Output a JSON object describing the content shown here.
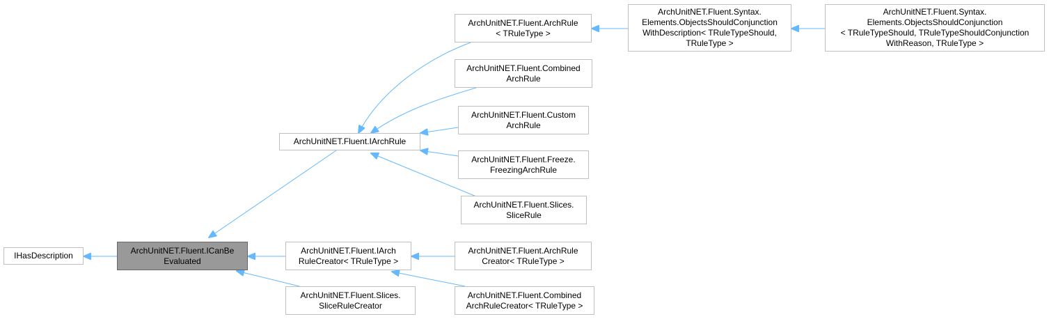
{
  "diagram": {
    "edge_color": "#63b8ff",
    "node_border_color": "#bfbfbf",
    "current_node_color": "#999999",
    "nodes": {
      "ihasdescription": "IHasDescription",
      "icanbeevaluated": "ArchUnitNET.Fluent.ICanBe\nEvaluated",
      "iarchrule": "ArchUnitNET.Fluent.IArchRule",
      "iarchrulecreator": "ArchUnitNET.Fluent.IArch\nRuleCreator< TRuleType >",
      "slicerulecreator": "ArchUnitNET.Fluent.Slices.\nSliceRuleCreator",
      "archrule": "ArchUnitNET.Fluent.ArchRule\n< TRuleType >",
      "combinedarchrule": "ArchUnitNET.Fluent.Combined\nArchRule",
      "customarchrule": "ArchUnitNET.Fluent.Custom\nArchRule",
      "freezingarchrule": "ArchUnitNET.Fluent.Freeze.\nFreezingArchRule",
      "slicerule": "ArchUnitNET.Fluent.Slices.\nSliceRule",
      "archrulecreator": "ArchUnitNET.Fluent.ArchRule\nCreator< TRuleType >",
      "combinedarchrulecreator": "ArchUnitNET.Fluent.Combined\nArchRuleCreator< TRuleType >",
      "objectsshouldconjunctionwithdescription": "ArchUnitNET.Fluent.Syntax.\nElements.ObjectsShouldConjunction\nWithDescription< TRuleTypeShould,\n TRuleType >",
      "objectsshouldconjunctionwithreason": "ArchUnitNET.Fluent.Syntax.\nElements.ObjectsShouldConjunction\n< TRuleTypeShould, TRuleTypeShouldConjunction\nWithReason, TRuleType >"
    },
    "edges": [
      {
        "from": "icanbeevaluated",
        "to": "ihasdescription"
      },
      {
        "from": "iarchrule",
        "to": "icanbeevaluated"
      },
      {
        "from": "iarchrulecreator",
        "to": "icanbeevaluated"
      },
      {
        "from": "slicerulecreator",
        "to": "icanbeevaluated"
      },
      {
        "from": "archrule",
        "to": "iarchrule"
      },
      {
        "from": "combinedarchrule",
        "to": "iarchrule"
      },
      {
        "from": "customarchrule",
        "to": "iarchrule"
      },
      {
        "from": "freezingarchrule",
        "to": "iarchrule"
      },
      {
        "from": "slicerule",
        "to": "iarchrule"
      },
      {
        "from": "archrulecreator",
        "to": "iarchrulecreator"
      },
      {
        "from": "combinedarchrulecreator",
        "to": "iarchrulecreator"
      },
      {
        "from": "objectsshouldconjunctionwithdescription",
        "to": "archrule"
      },
      {
        "from": "objectsshouldconjunctionwithreason",
        "to": "objectsshouldconjunctionwithdescription"
      }
    ]
  }
}
